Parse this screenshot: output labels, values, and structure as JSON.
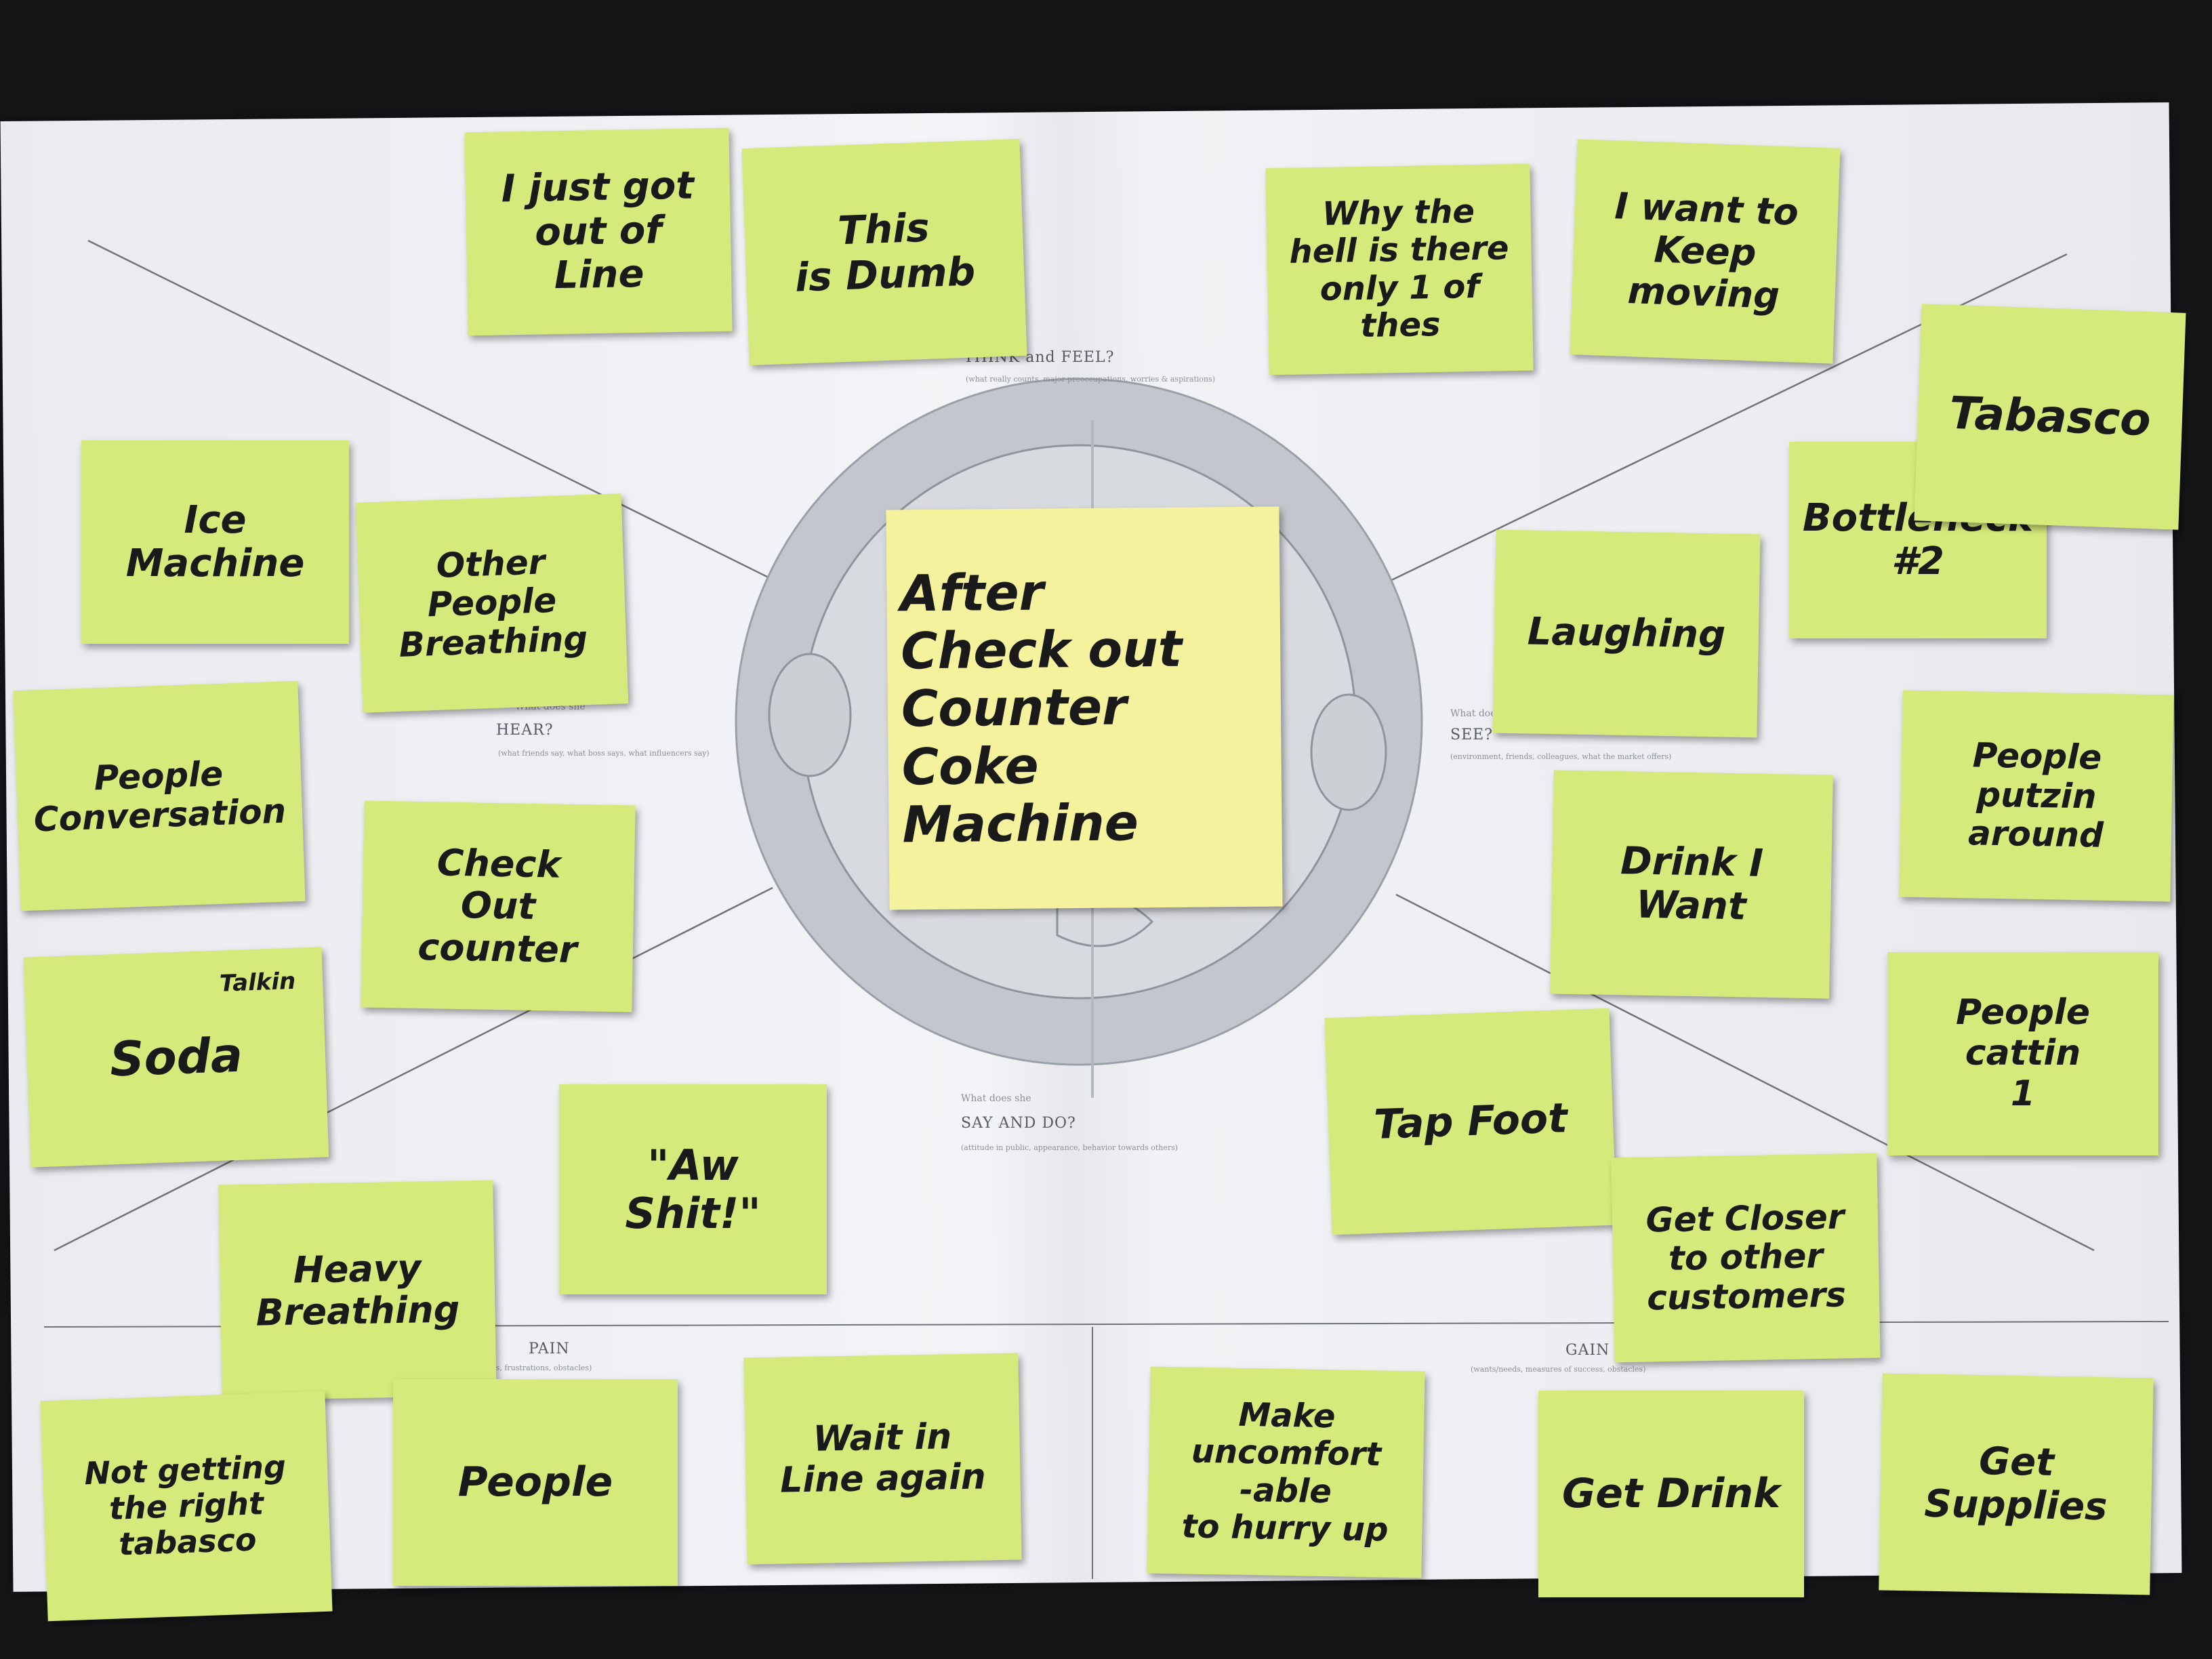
{
  "poster": {
    "think_feel": "THINK and FEEL?",
    "think_feel_sub": "(what really counts, major preoccupations, worries & aspirations)",
    "hear_pre": "What does she",
    "hear": "HEAR?",
    "hear_sub": "(what friends say, what boss says, what influencers say)",
    "see_pre": "What does she",
    "see": "SEE?",
    "see_sub": "(environment, friends, colleagues, what the market offers)",
    "say_pre": "What does she",
    "say": "SAY AND DO?",
    "say_sub": "(attitude in public, appearance, behavior towards others)",
    "pain": "PAIN",
    "pain_sub": "(fears, frustrations, obstacles)",
    "gain": "GAIN",
    "gain_sub": "(wants/needs, measures of success, obstacles)"
  },
  "notes": {
    "center": "After\nCheck out\nCounter\nCoke Machine",
    "n_just_got_out": "I just got\nout of\nLine",
    "n_dumb": "This\nis Dumb",
    "n_why": "Why the\nhell is there\nonly 1 of thes",
    "n_keep_moving": "I want to\nKeep moving",
    "n_tabasco": "Tabasco",
    "n_ice": "Ice Machine",
    "n_other_people": "Other\nPeople\nBreathing",
    "n_bottleneck": "Bottleneck\n#2",
    "n_laughing": "Laughing",
    "n_people_convo": "People\nConversation",
    "n_checkout": "Check\nOut\ncounter",
    "n_people_putz": "People putzin\naround",
    "n_drink": "Drink I\nWant",
    "n_soda": "Soda",
    "n_soda_tiny": "Talkin",
    "n_people_cattle": "People cattin\n1",
    "n_aw": "\"Aw Shit!\"",
    "n_tap": "Tap Foot",
    "n_heavy": "Heavy\nBreathing",
    "n_closer": "Get Closer\nto other\ncustomers",
    "n_not_getting": "Not getting\nthe right\ntabasco",
    "n_people": "People",
    "n_wait": "Wait in\nLine again",
    "n_uncomfortable": "Make uncomfort\n-able\nto hurry up",
    "n_get_drink": "Get Drink",
    "n_supplies": "Get Supplies"
  }
}
